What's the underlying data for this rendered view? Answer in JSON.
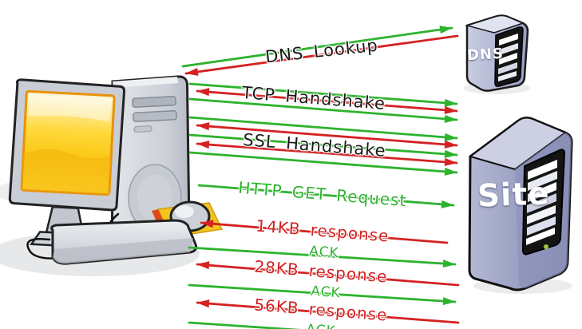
{
  "diagram": {
    "type": "network-request-sequence",
    "description_visible_text_only": true,
    "servers": [
      {
        "label": "DNS"
      },
      {
        "label": "Site"
      }
    ],
    "messages": [
      {
        "label": "DNS Lookup",
        "color": "#1a1a1a",
        "direction": "round-trip"
      },
      {
        "label": "TCP Handshake",
        "color": "#1a1a1a",
        "direction": "round-trip"
      },
      {
        "label": "SSL Handshake",
        "color": "#1a1a1a",
        "direction": "round-trip"
      },
      {
        "label": "HTTP GET Request",
        "color": "#2db32d",
        "direction": "client-to-server"
      },
      {
        "label": "14KB response",
        "color": "#d32020",
        "direction": "server-to-client"
      },
      {
        "label": "ACK",
        "color": "#2db32d",
        "direction": "client-to-server"
      },
      {
        "label": "28KB response",
        "color": "#d32020",
        "direction": "server-to-client"
      },
      {
        "label": "ACK",
        "color": "#2db32d",
        "direction": "client-to-server"
      },
      {
        "label": "56KB response",
        "color": "#d32020",
        "direction": "server-to-client"
      },
      {
        "label": "ACK",
        "color": "#2db32d",
        "direction": "client-to-server"
      }
    ],
    "colors": {
      "request_arrow_green": "#2db32d",
      "response_arrow_red": "#d32020",
      "handshake_label_black": "#1a1a1a",
      "server_body_purple": "#9298bd",
      "monitor_screen_yellow": "#fbc918"
    },
    "icons": [
      "client-computer-icon",
      "desktop-tower-icon",
      "monitor-icon",
      "keyboard-icon",
      "mouse-icon",
      "mousepad-icon",
      "dns-server-icon",
      "site-server-icon",
      "green-arrow-icon",
      "red-arrow-icon"
    ]
  }
}
